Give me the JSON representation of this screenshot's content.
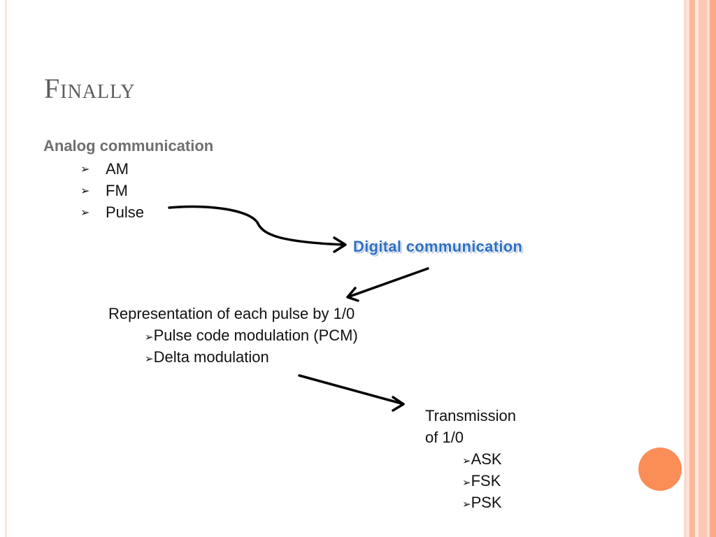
{
  "slide": {
    "title": "Finally",
    "analog": {
      "heading": "Analog communication",
      "items": [
        "AM",
        "FM",
        "Pulse"
      ],
      "bullet_icon": "arrow-bullet"
    },
    "digital": {
      "heading": "Digital communication"
    },
    "representation": {
      "heading": "Representation of each pulse by 1/0",
      "items": [
        "Pulse code modulation (PCM)",
        "Delta modulation"
      ]
    },
    "transmission": {
      "heading_line1": "Transmission",
      "heading_line2": "of 1/0",
      "items": [
        "ASK",
        "FSK",
        "PSK"
      ]
    }
  },
  "colors": {
    "accent_orange": "#fb8e57",
    "digital_heading_blue": "#2f6fc0",
    "title_gray": "#5c5c5c",
    "stripe_peach": "#fbc8b1"
  }
}
